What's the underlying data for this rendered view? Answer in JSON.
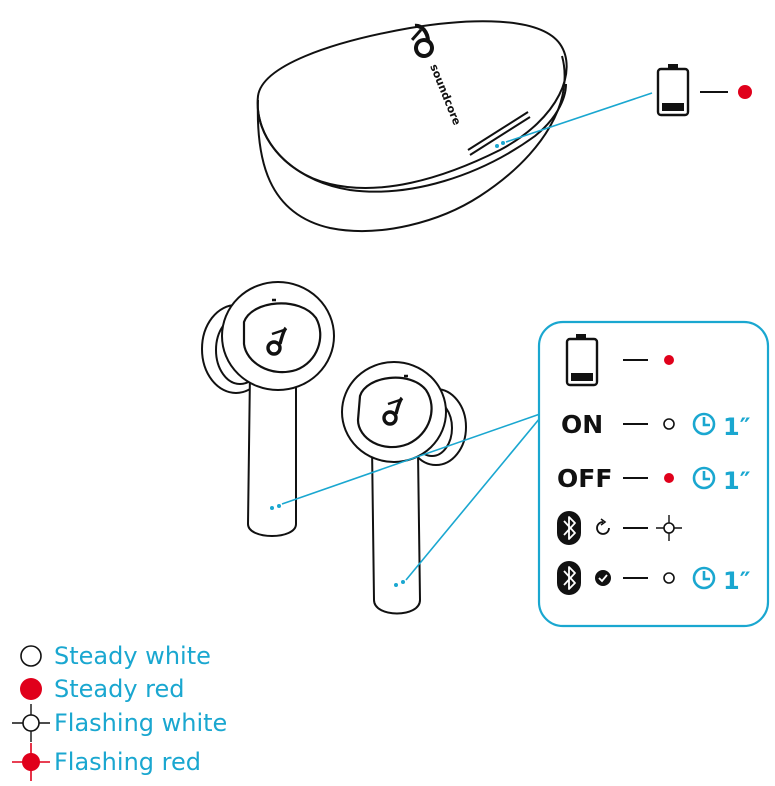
{
  "case": {
    "brand_text": "soundcore",
    "indicator_color": "#e0001b"
  },
  "panel": {
    "border_color": "#1aa7d0",
    "rows": {
      "battery": {
        "icon": "battery-low-icon",
        "state": "steady-red"
      },
      "on": {
        "label": "ON",
        "state": "steady-white",
        "duration": "1″"
      },
      "off": {
        "label": "OFF",
        "state": "steady-red",
        "duration": "1″"
      },
      "pairing": {
        "icon": "bluetooth-icon",
        "status_icon": "refresh-icon",
        "state": "flashing-white"
      },
      "connected": {
        "icon": "bluetooth-icon",
        "status_icon": "check-icon",
        "state": "steady-white",
        "duration": "1″"
      }
    }
  },
  "legend": [
    {
      "symbol": "steady-white",
      "label": "Steady white"
    },
    {
      "symbol": "steady-red",
      "label": "Steady red"
    },
    {
      "symbol": "flashing-white",
      "label": "Flashing white"
    },
    {
      "symbol": "flashing-red",
      "label": "Flashing red"
    }
  ],
  "colors": {
    "accent": "#1aa7d0",
    "red": "#e0001b",
    "ink": "#111111"
  }
}
